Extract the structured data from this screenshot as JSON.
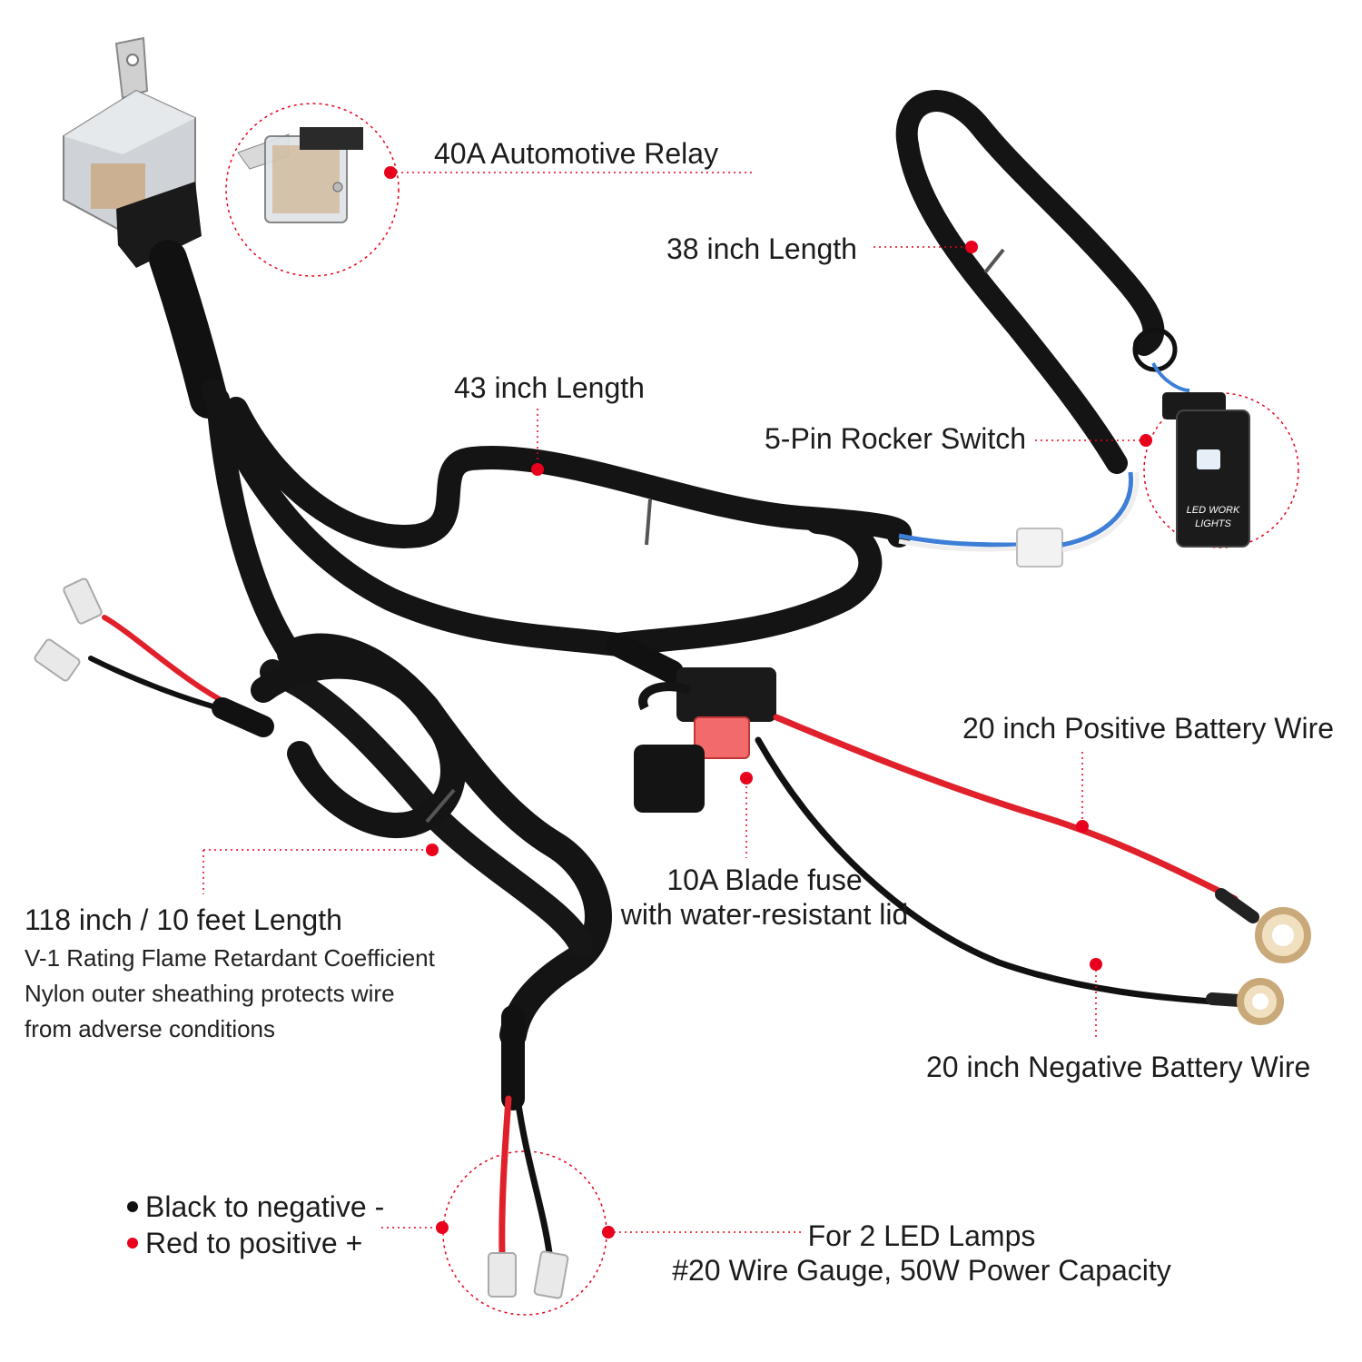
{
  "colors": {
    "accent": "#e8001c",
    "cable": "#141414",
    "wire_red": "#e0202a",
    "wire_black": "#111111",
    "wire_blue": "#3d7fd6"
  },
  "labels": {
    "relay": "40A Automotive Relay",
    "length_38": "38 inch Length",
    "length_43": "43 inch Length",
    "rocker": "5-Pin Rocker Switch",
    "positive_wire": "20 inch Positive Battery Wire",
    "fuse_line1": "10A Blade fuse",
    "fuse_line2": "with water-resistant lid",
    "length_118": "118 inch / 10 feet Length",
    "sheath_line1": "V-1 Rating Flame Retardant Coefficient",
    "sheath_line2": "Nylon outer sheathing protects wire",
    "sheath_line3": "from adverse conditions",
    "negative_wire": "20 inch Negative Battery Wire",
    "black_rule": "Black to negative -",
    "red_rule": "Red to positive +",
    "lamps_line1": "For 2 LED Lamps",
    "lamps_line2": "#20 Wire Gauge, 50W Power Capacity"
  },
  "switch_text": {
    "line1": "LED WORK",
    "line2": "LIGHTS"
  }
}
